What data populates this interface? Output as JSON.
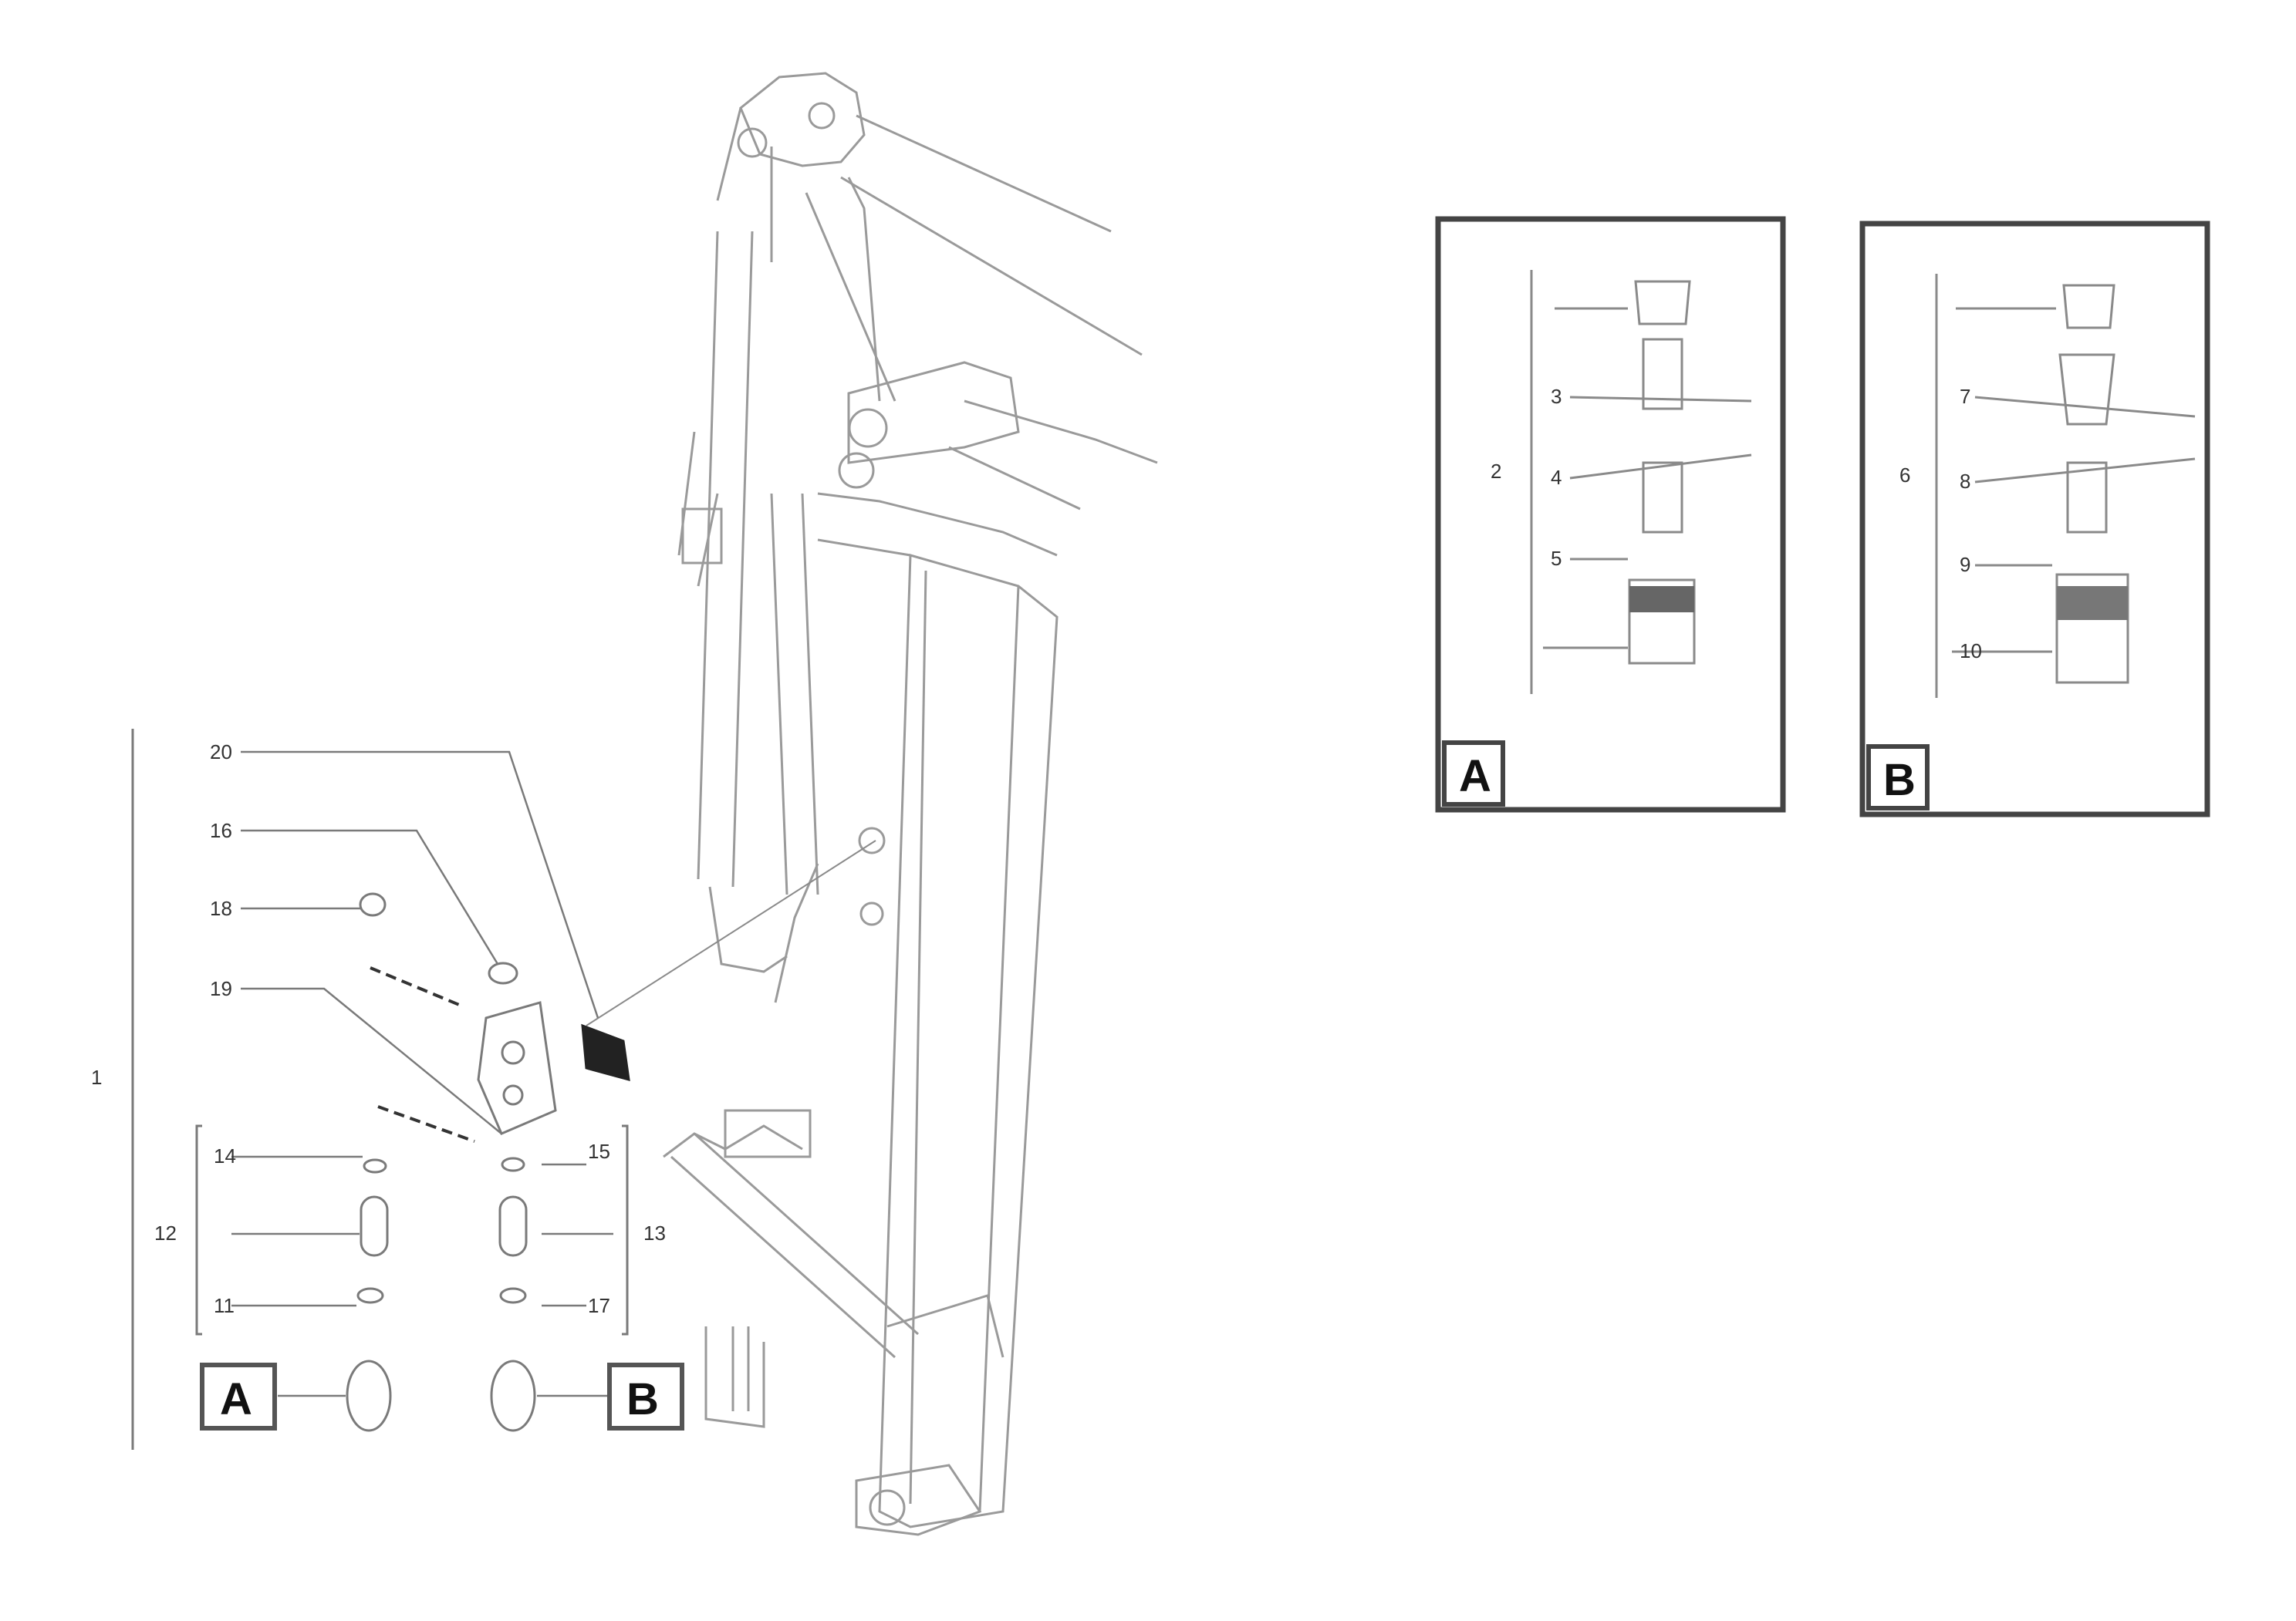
{
  "callouts": {
    "c1": "1",
    "c2": "2",
    "c3": "3",
    "c4": "4",
    "c5": "5",
    "c6": "6",
    "c7": "7",
    "c8": "8",
    "c9": "9",
    "c10": "10",
    "c11": "11",
    "c12": "12",
    "c13": "13",
    "c14": "14",
    "c15": "15",
    "c16": "16",
    "c17": "17",
    "c18": "18",
    "c19": "19",
    "c20": "20"
  },
  "details": {
    "a_label": "A",
    "b_label": "B"
  },
  "footer": {
    "line1": "",
    "line2": "",
    "code": ""
  }
}
